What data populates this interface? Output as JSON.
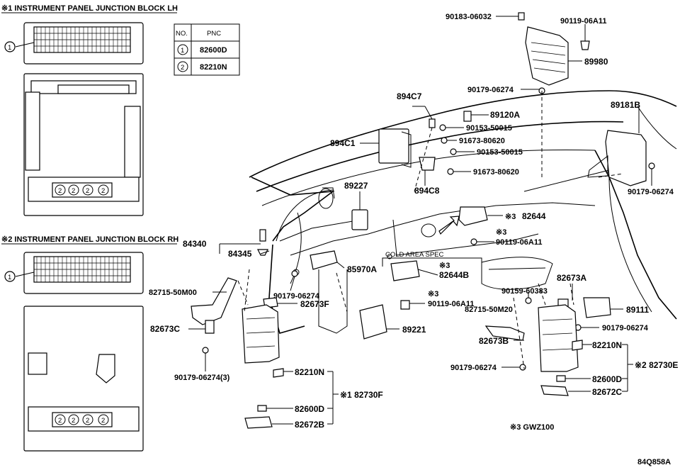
{
  "titles": {
    "lh": "※1 INSTRUMENT PANEL JUNCTION BLOCK LH",
    "rh": "※2 INSTRUMENT PANEL JUNCTION BLOCK RH"
  },
  "pnc_table": {
    "headers": [
      "NO.",
      "PNC"
    ],
    "rows": [
      {
        "no": "1",
        "pnc": "82600D"
      },
      {
        "no": "2",
        "pnc": "82210N"
      }
    ]
  },
  "callouts": {
    "one": "1",
    "two": "2"
  },
  "labels": {
    "p90183": "90183-06032",
    "p90119a": "90119-06A11",
    "p89980": "89980",
    "p90179a": "90179-06274",
    "p894C7": "894C7",
    "p89120A": "89120A",
    "p90153a": "90153-50015",
    "p91673a": "91673-80620",
    "p894C1": "894C1",
    "p90153b": "90153-50015",
    "p91673b": "91673-80620",
    "p89181B": "89181B",
    "p894C8": "894C8",
    "p89227": "89227",
    "p90179b": "90179-06274",
    "p82644": "82644",
    "p82644_mark": "※3",
    "p90119b_mark": "※3",
    "p90119b": "90119-06A11",
    "p84340": "84340",
    "p84345": "84345",
    "cold": "COLD AREA SPEC",
    "p82644B_mark": "※3",
    "p82644B": "82644B",
    "p85970A": "85970A",
    "p82673A": "82673A",
    "p82715a": "82715-50M00",
    "p90179c": "90179-06274",
    "p82673F": "82673F",
    "p90119c_mark": "※3",
    "p90119c": "90119-06A11",
    "p90159": "90159-60383",
    "p82715b": "82715-50M20",
    "p89111": "89111",
    "p82673C": "82673C",
    "p89221": "89221",
    "p90179d": "90179-06274",
    "p82673B": "82673B",
    "p82210N_r": "82210N",
    "p82730E": "※2 82730E",
    "p90179e": "90179-06274(3)",
    "p82210N_l": "82210N",
    "p90179f": "90179-06274",
    "p82600D_r": "82600D",
    "p82730F": "※1 82730F",
    "p82672C": "82672C",
    "p82600D_l": "82600D",
    "p82672B": "82672B",
    "gwz": "※3 GWZ100",
    "code": "84Q858A"
  }
}
